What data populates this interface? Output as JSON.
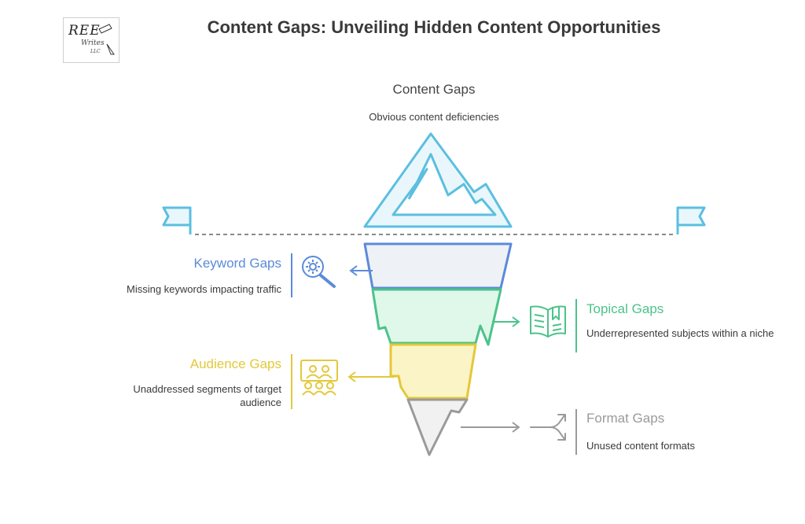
{
  "title": "Content Gaps: Unveiling Hidden Content Opportunities",
  "logo": {
    "main": "REE",
    "sub": "Writes",
    "suffix": "LLC"
  },
  "top": {
    "title": "Content Gaps",
    "description": "Obvious content deficiencies"
  },
  "gaps": [
    {
      "title": "Keyword Gaps",
      "description": "Missing keywords impacting traffic",
      "side": "left",
      "color": "#5b8bd9",
      "fill": "#eef1f6",
      "icon": "gear-magnifier-icon"
    },
    {
      "title": "Topical Gaps",
      "description": "Underrepresented subjects within a niche",
      "side": "right",
      "color": "#4cc38a",
      "fill": "#dff8ea",
      "icon": "open-book-icon"
    },
    {
      "title": "Audience Gaps",
      "description": "Unaddressed segments of target audience",
      "side": "left",
      "color": "#e3c83a",
      "fill": "#fbf4c6",
      "icon": "audience-icon"
    },
    {
      "title": "Format Gaps",
      "description": "Unused content formats",
      "side": "right",
      "color": "#9a9a9a",
      "fill": "#f1f1f1",
      "icon": "branch-arrows-icon"
    }
  ],
  "colors": {
    "tip": "#5bbfe0",
    "tip_fill": "#e9f7fc",
    "waterline": "#8a8a8a"
  }
}
